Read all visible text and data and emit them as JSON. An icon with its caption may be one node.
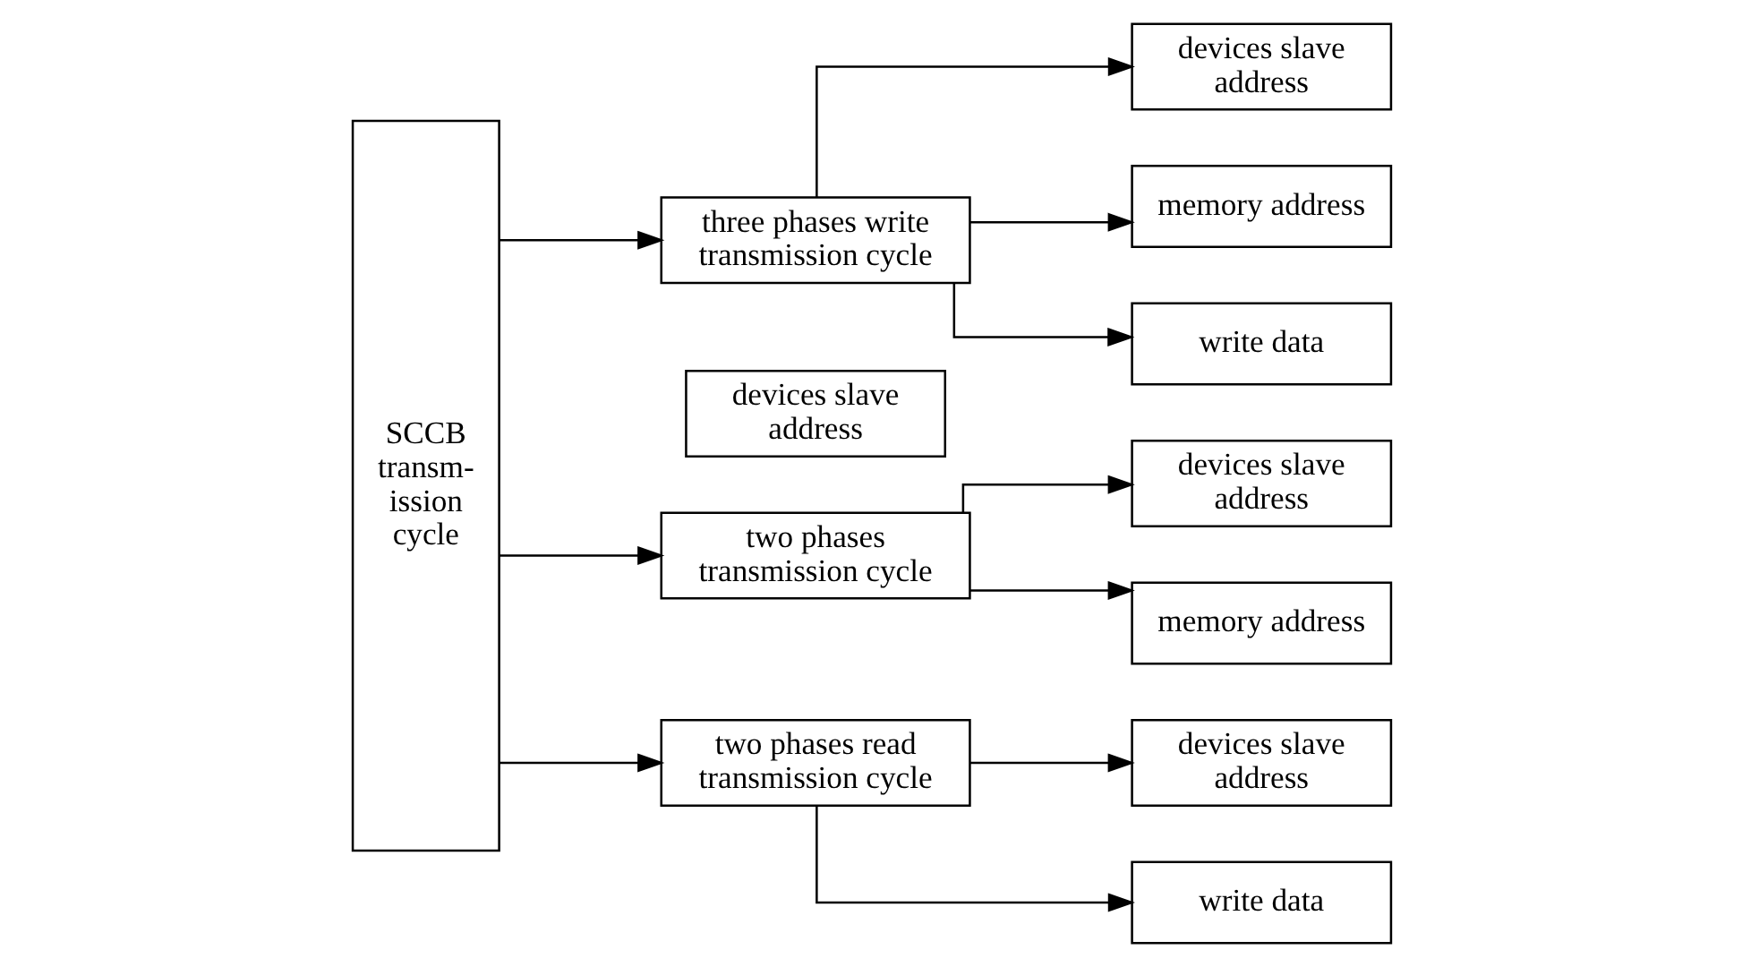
{
  "diagram": {
    "nodes": [
      {
        "text": [
          "SCCB transm- ission cycle"
        ]
      },
      {
        "text": [
          "three phases write transmission cycle"
        ]
      },
      {
        "text": [
          "devices slave address"
        ]
      },
      {
        "text": [
          "memory address"
        ]
      },
      {
        "text": [
          "write data"
        ]
      },
      {
        "text": [
          "devices slave address"
        ]
      },
      {
        "text": [
          "two phases transmission cycle"
        ]
      },
      {
        "text": [
          "devices slave address"
        ]
      },
      {
        "text": [
          "memory address"
        ]
      },
      {
        "text": [
          "two phases read transmission cycle"
        ]
      },
      {
        "text": [
          "devices slave address"
        ]
      },
      {
        "text": [
          "write data"
        ]
      }
    ],
    "edges": [
      {
        "from": 0,
        "to": 1,
        "arrow": "to"
      },
      {
        "from": 0,
        "to": 6,
        "arrow": "to"
      },
      {
        "from": 0,
        "to": 9,
        "arrow": "to"
      },
      {
        "from": 1,
        "to": 2,
        "arrow": "to"
      },
      {
        "from": 1,
        "to": 3,
        "arrow": "to"
      },
      {
        "from": 1,
        "to": 4,
        "arrow": "to"
      },
      {
        "from": 6,
        "to": 7,
        "arrow": "to"
      },
      {
        "from": 6,
        "to": 8,
        "arrow": "to"
      },
      {
        "from": 9,
        "to": 10,
        "arrow": "to"
      },
      {
        "from": 9,
        "to": 11,
        "arrow": "to"
      }
    ]
  }
}
